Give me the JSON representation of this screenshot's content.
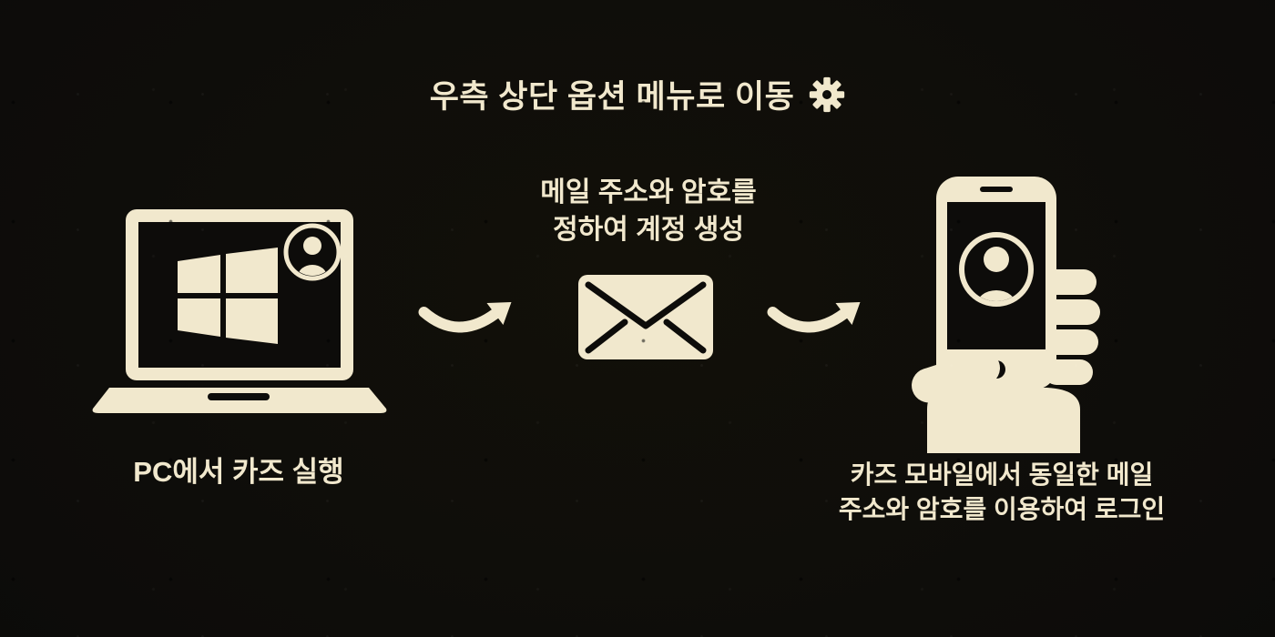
{
  "page": {
    "colors": {
      "accent": "#f1e8cd",
      "bg": "#0d0c0a"
    }
  },
  "header": {
    "title": "우측 상단 옵션 메뉴로 이동",
    "icon": "gear-icon"
  },
  "steps": [
    {
      "name": "pc",
      "icon": "laptop-windows-icon",
      "label": "PC에서 카즈 실행"
    },
    {
      "name": "email-account",
      "icon": "envelope-icon",
      "caption": {
        "line1": "메일 주소와 암호를",
        "line2": "정하여 계정 생성"
      }
    },
    {
      "name": "mobile-login",
      "icon": "hand-holding-phone-icon",
      "label": {
        "line1": "카즈 모바일에서 동일한 메일",
        "line2": "주소와 암호를 이용하여 로그인"
      }
    }
  ],
  "connectors": [
    {
      "name": "arrow-1",
      "type": "curved-right-arrow"
    },
    {
      "name": "arrow-2",
      "type": "curved-right-arrow"
    }
  ]
}
